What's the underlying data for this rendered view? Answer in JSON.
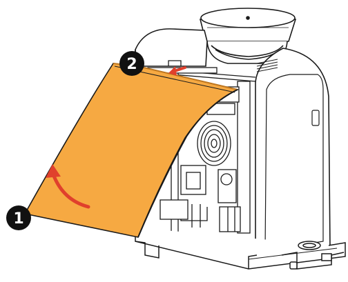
{
  "callouts": [
    {
      "id": "step-1",
      "label": "1"
    },
    {
      "id": "step-2",
      "label": "2"
    }
  ],
  "colors": {
    "panel_fill": "#F6A942",
    "panel_edge": "#C07820",
    "arrow": "#E0402C",
    "line": "#1a1a1a",
    "callout_bg": "#111111",
    "callout_text": "#ffffff",
    "background": "#ffffff"
  }
}
